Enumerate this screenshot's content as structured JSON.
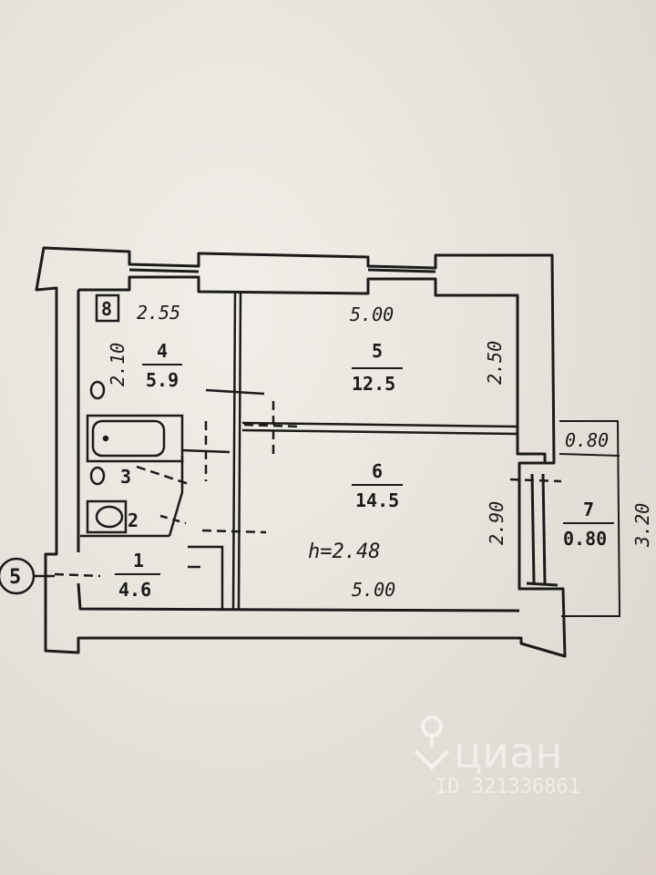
{
  "plan": {
    "stair_marker": "8",
    "room_4": {
      "number": "4",
      "area": "5.9",
      "width_label": "2.55",
      "depth_label": "2.10"
    },
    "room_5": {
      "number": "5",
      "area": "12.5",
      "width_label": "5.00",
      "depth_label": "2.50"
    },
    "room_6": {
      "number": "6",
      "area": "14.5",
      "width_label": "5.00",
      "depth_label": "2.90"
    },
    "room_3": {
      "number": "3"
    },
    "room_2": {
      "number": "2"
    },
    "room_1": {
      "number": "1",
      "area": "4.6"
    },
    "room_7": {
      "number": "7",
      "area": "0.80",
      "width_label": "0.80",
      "depth_label": "3.20"
    },
    "ceiling_height": "h=2.48",
    "axis_marker": "5"
  },
  "watermark": {
    "brand": "циан",
    "id_text": "ID 321336861"
  },
  "colors": {
    "ink": "#1b1b1b",
    "paper": "#ece9e3"
  }
}
